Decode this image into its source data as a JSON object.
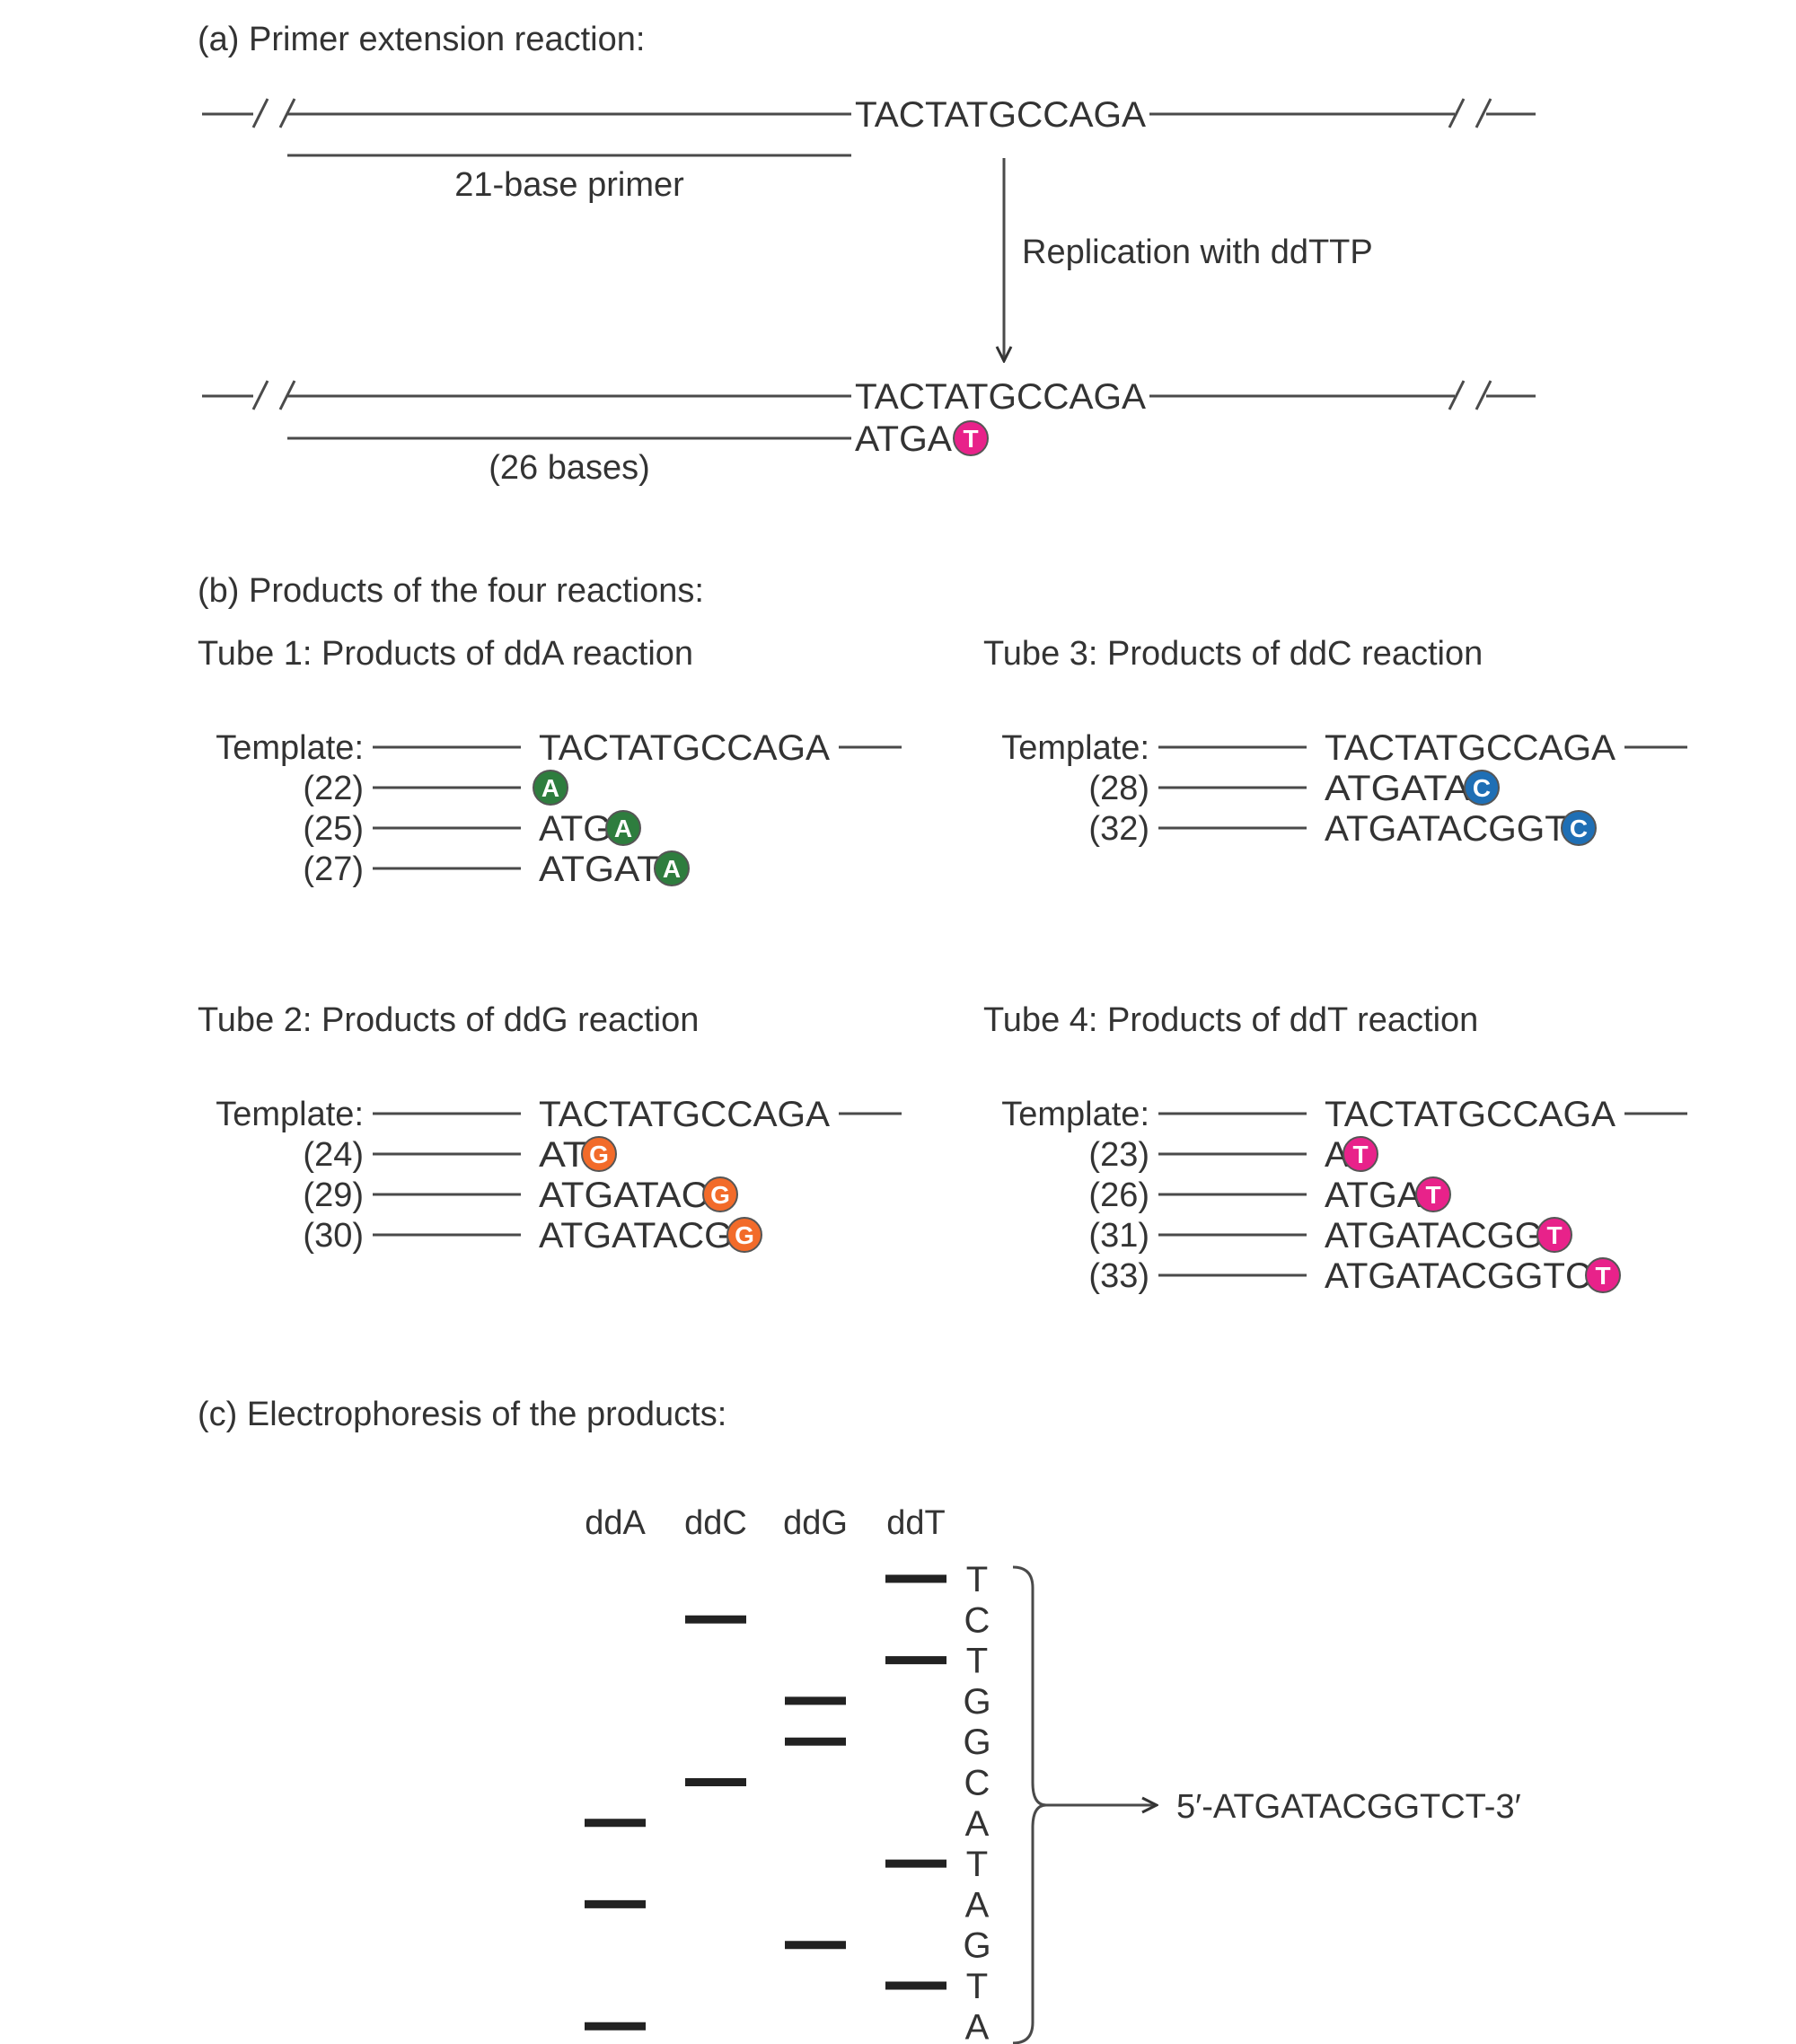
{
  "part_a": {
    "title": "(a) Primer extension reaction:",
    "template_seq": "TACTATGCCAGA",
    "primer_label": "21-base primer",
    "arrow_label": "Replication with ddTTP",
    "product_seq": "ATGA",
    "product_terminator": "T",
    "product_label": "(26 bases)"
  },
  "part_b": {
    "title": "(b) Products of the four reactions:",
    "template_label": "Template:",
    "template_seq": "TACTATGCCAGA",
    "tubes": [
      {
        "title": "Tube 1: Products of ddA reaction",
        "color": "#2e7d3e",
        "products": [
          {
            "length": "(22)",
            "seq": "",
            "base": "A"
          },
          {
            "length": "(25)",
            "seq": "ATG",
            "base": "A"
          },
          {
            "length": "(27)",
            "seq": "ATGAT",
            "base": "A"
          }
        ]
      },
      {
        "title": "Tube 3: Products of ddC reaction",
        "color": "#1f6fb5",
        "products": [
          {
            "length": "(28)",
            "seq": "ATGATA",
            "base": "C"
          },
          {
            "length": "(32)",
            "seq": "ATGATACGGT",
            "base": "C"
          }
        ]
      },
      {
        "title": "Tube 2: Products of ddG reaction",
        "color": "#f26b2a",
        "products": [
          {
            "length": "(24)",
            "seq": "AT",
            "base": "G"
          },
          {
            "length": "(29)",
            "seq": "ATGATAC",
            "base": "G"
          },
          {
            "length": "(30)",
            "seq": "ATGATACG",
            "base": "G"
          }
        ]
      },
      {
        "title": "Tube 4: Products of ddT reaction",
        "color": "#e8228a",
        "products": [
          {
            "length": "(23)",
            "seq": "A",
            "base": "T"
          },
          {
            "length": "(26)",
            "seq": "ATGA",
            "base": "T"
          },
          {
            "length": "(31)",
            "seq": "ATGATACGG",
            "base": "T"
          },
          {
            "length": "(33)",
            "seq": "ATGATACGGTC",
            "base": "T"
          }
        ]
      }
    ]
  },
  "part_c": {
    "title": "(c) Electrophoresis of the products:",
    "lanes": [
      "ddA",
      "ddC",
      "ddG",
      "ddT"
    ],
    "bases_top_to_bottom": [
      "T",
      "C",
      "T",
      "G",
      "G",
      "C",
      "A",
      "T",
      "A",
      "G",
      "T",
      "A"
    ],
    "result": "5′-ATGATACGGTCT-3′"
  }
}
